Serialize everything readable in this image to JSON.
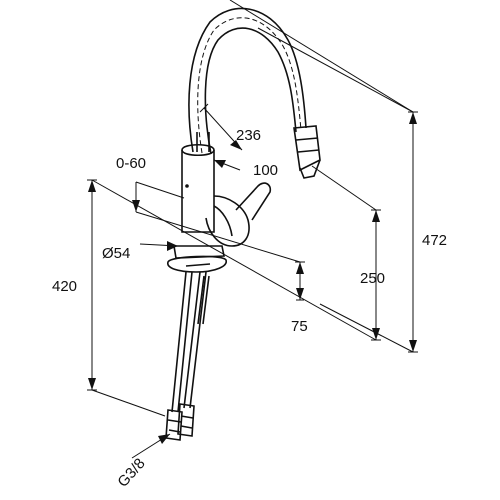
{
  "dimensions": {
    "d236": "236",
    "d100": "100",
    "d0_60": "0-60",
    "d54": "Ø54",
    "d420": "420",
    "d250": "250",
    "d472": "472",
    "d75": "75",
    "dG38": "G3/8"
  },
  "colors": {
    "line": "#111111",
    "background": "#ffffff"
  }
}
